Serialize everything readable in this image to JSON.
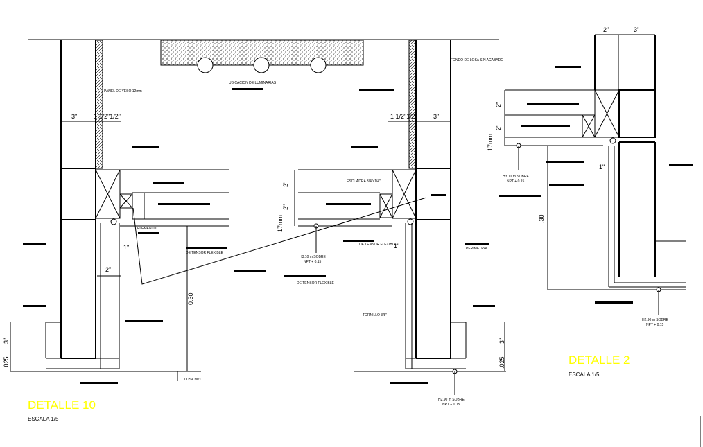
{
  "details": [
    {
      "title": "DETALLE 10",
      "scale": "ESCALA 1/5"
    },
    {
      "title": "DETALLE 2",
      "scale": "ESCALA 1/5"
    }
  ],
  "dims": {
    "three_in": "3\"",
    "two_in": "2\"",
    "one_half_pair": "1 1/2\"1/2\"",
    "one_in": "1\"",
    "seventeen_mm": "17mm",
    "point_thirty": "0.30",
    "point_thirty_b": ".30",
    "point_025": ".025"
  },
  "notes": {
    "panel": "PANEL DE YESO 12mm",
    "luminarias": "UBICACION DE LUMINARIAS",
    "fondo": "FONDO DE LOSA SIN ACABADO",
    "h310": "H3.10 m SOBRE",
    "nft015": "NPT + 0.15",
    "h290": "H2.90 m SOBRE",
    "escuadra": "ESCUADRA 3/4\"x1/4\"",
    "elemento": "ELEMENTO",
    "flexible": "DE TENSOR FLEXIBLE",
    "tornillo": "TORNILLO 3/8\"",
    "losa": "LOSA NPT",
    "perimetral": "PERIMETRAL"
  }
}
